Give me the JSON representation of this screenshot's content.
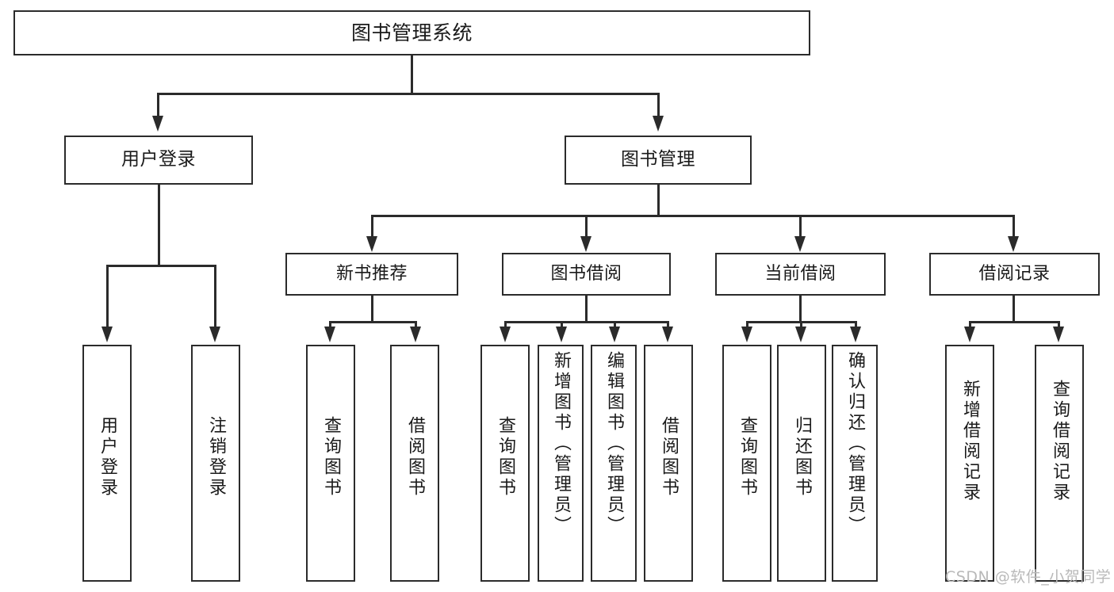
{
  "diagram": {
    "title": "图书管理系统",
    "type": "tree",
    "orientation": "top-down",
    "colors": {
      "stroke": "#2b2b2b",
      "fill": "#ffffff",
      "text": "#1a1a1a",
      "watermark": "#b9b9b9"
    }
  },
  "root": {
    "label": "图书管理系统"
  },
  "level1": [
    {
      "label": "用户登录"
    },
    {
      "label": "图书管理"
    }
  ],
  "level2": [
    {
      "label": "新书推荐"
    },
    {
      "label": "图书借阅"
    },
    {
      "label": "当前借阅"
    },
    {
      "label": "借阅记录"
    }
  ],
  "leaves": {
    "user_login": [
      {
        "label": "用户登录"
      },
      {
        "label": "注销登录"
      }
    ],
    "new_book_recommend": [
      {
        "label": "查询图书"
      },
      {
        "label": "借阅图书"
      }
    ],
    "book_borrow": [
      {
        "label": "查询图书"
      },
      {
        "label": "新增图书（管理员）"
      },
      {
        "label": "编辑图书（管理员）"
      },
      {
        "label": "借阅图书"
      }
    ],
    "current_borrow": [
      {
        "label": "查询图书"
      },
      {
        "label": "归还图书"
      },
      {
        "label": "确认归还（管理员）"
      }
    ],
    "borrow_record": [
      {
        "label": "新增借阅记录"
      },
      {
        "label": "查询借阅记录"
      }
    ]
  },
  "watermark": {
    "text": "CSDN @软件_小贺同学"
  }
}
